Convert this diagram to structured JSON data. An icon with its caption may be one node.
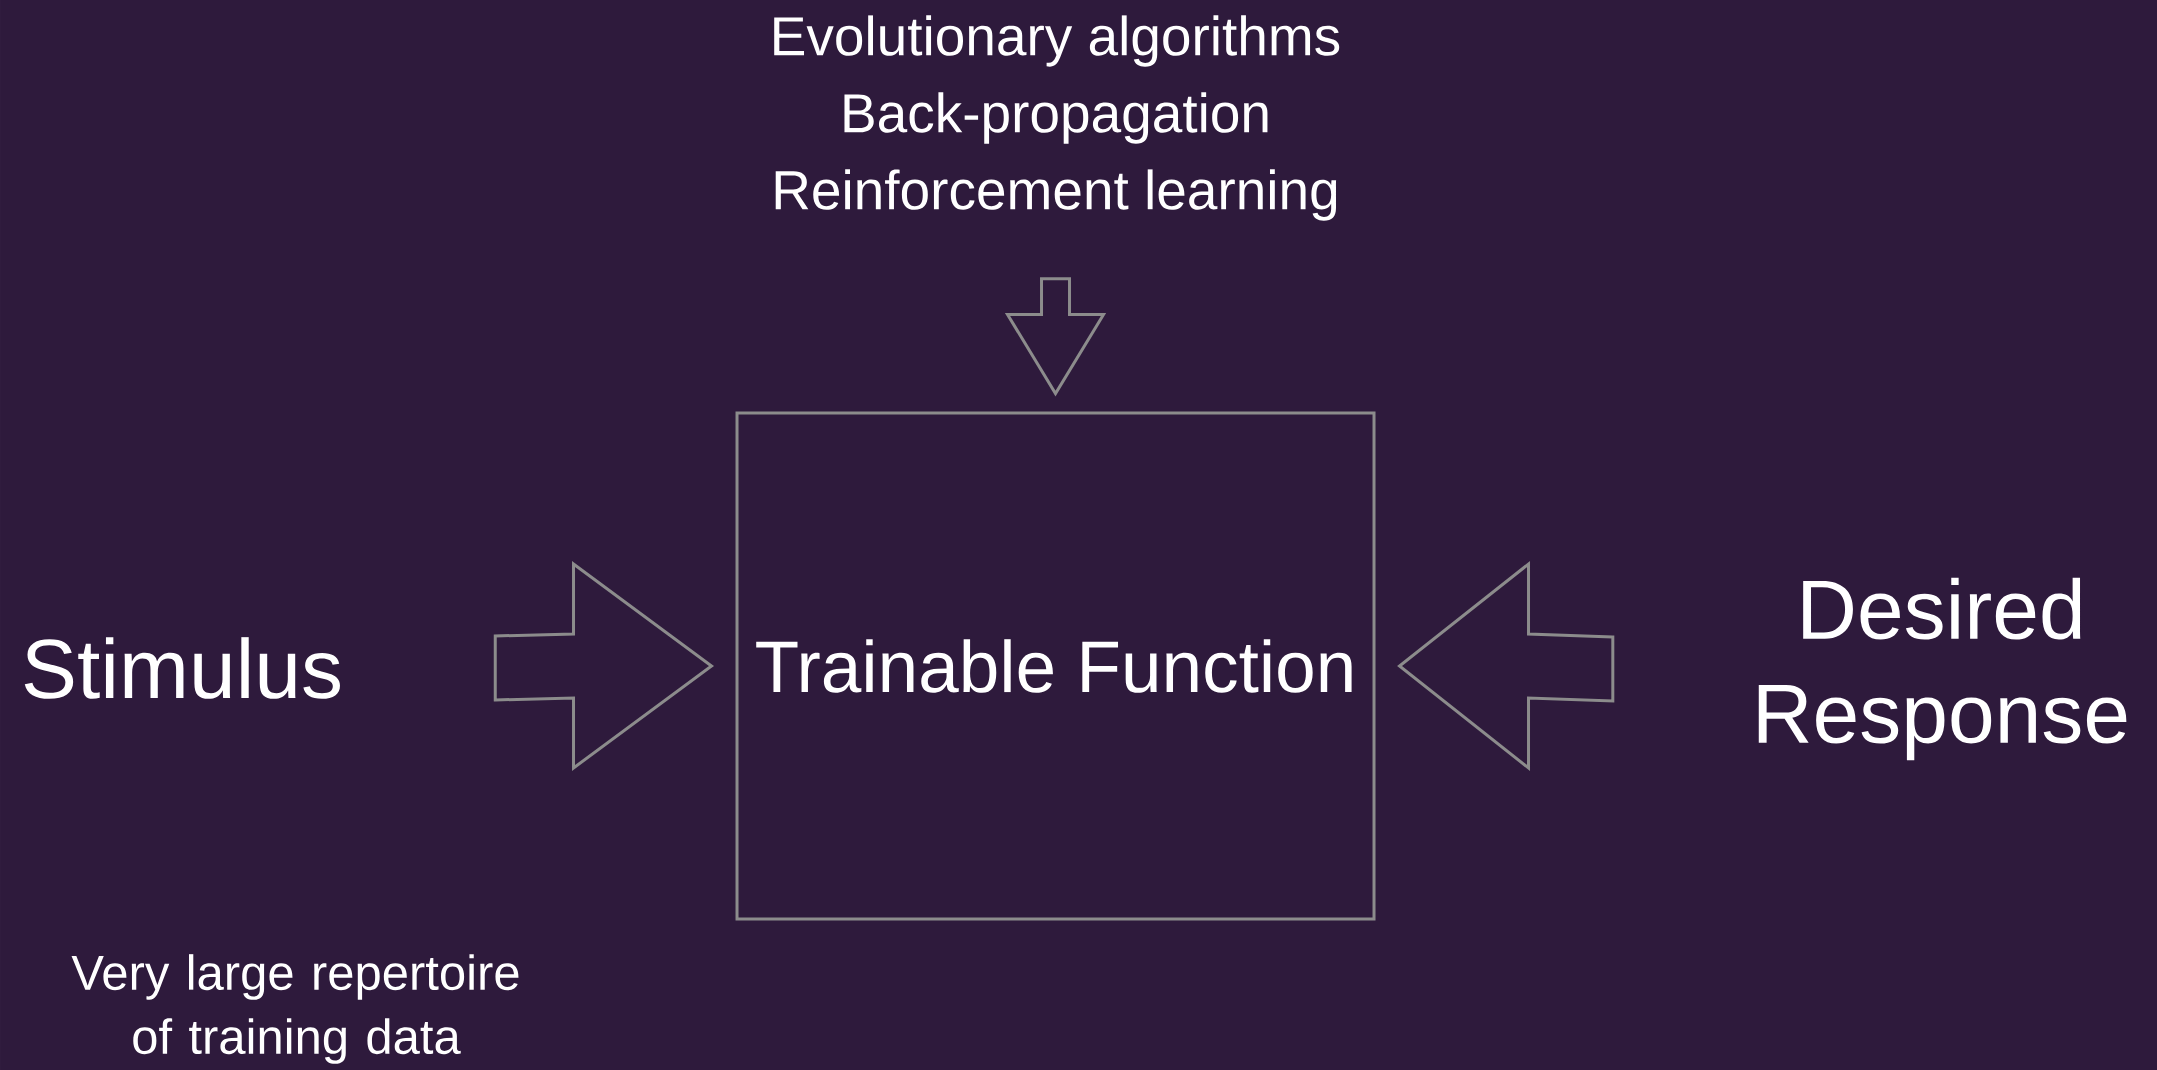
{
  "diagram": {
    "nodes": [
      {
        "text": [
          "Evolutionary algorithms",
          "Back-propagation",
          "Reinforcement learning"
        ]
      },
      {
        "text": [
          "Trainable Function"
        ]
      },
      {
        "text": [
          "Stimulus"
        ]
      },
      {
        "text": [
          "Desired Response"
        ]
      }
    ],
    "edges": [
      {
        "from": 0,
        "to": 1,
        "arrow": "to"
      },
      {
        "from": 2,
        "to": 1,
        "arrow": "to"
      },
      {
        "from": 3,
        "to": 1,
        "arrow": "to"
      }
    ],
    "labels": [
      "Very large repertoire of training data"
    ]
  }
}
